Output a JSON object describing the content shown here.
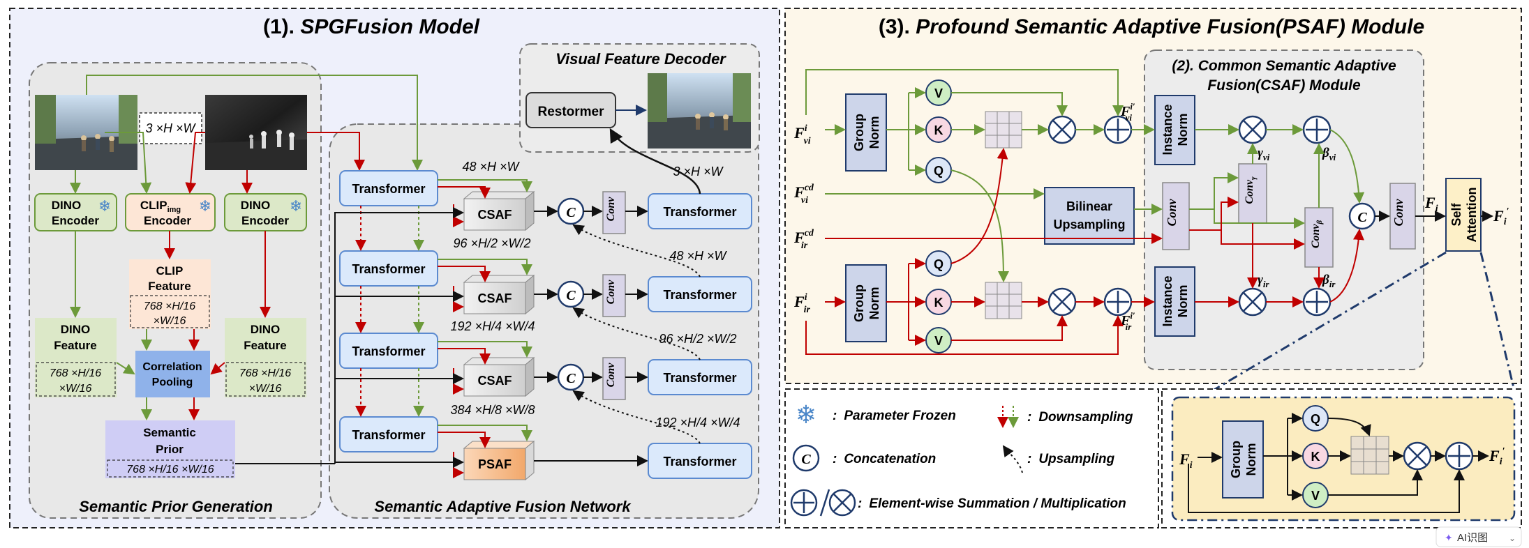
{
  "panel1": {
    "title_num": "(1). ",
    "title_name": "SPGFusion Model",
    "prior_label": "Semantic Prior Generation",
    "network_label": "Semantic Adaptive Fusion Network",
    "decoder_label": "Visual Feature Decoder",
    "restormer": "Restormer",
    "input_dim": "3 ×H ×W",
    "dino_encoder": [
      "DINO",
      "Encoder"
    ],
    "clip_encoder": [
      "CLIP",
      "img",
      "Encoder"
    ],
    "clip_feature": [
      "CLIP",
      "Feature"
    ],
    "clip_feature_dim": [
      "768 ×H/16",
      "×W/16"
    ],
    "dino_feature": [
      "DINO",
      "Feature"
    ],
    "dino_feature_dim": [
      "768 ×H/16",
      "×W/16"
    ],
    "correlation_pooling": [
      "Correlation",
      "Pooling"
    ],
    "semantic_prior": [
      "Semantic",
      "Prior"
    ],
    "semantic_prior_dim": "768 ×H/16 ×W/16",
    "transformer": "Transformer",
    "csaf": "CSAF",
    "psaf": "PSAF",
    "concat": "C",
    "conv": "Conv",
    "stage_dims": [
      "48 ×H ×W",
      "96 ×H/2 ×W/2",
      "192 ×H/4 ×W/4",
      "384 ×H/8 ×W/8"
    ],
    "decoder_dims": [
      "3 ×H ×W",
      "48 ×H ×W",
      "96 ×H/2 ×W/2",
      "192 ×H/4 ×W/4"
    ]
  },
  "panel2": {
    "title": "(2). Common Semantic Adaptive",
    "title2": "Fusion(CSAF) Module"
  },
  "panel3": {
    "title_num": "(3). ",
    "title_name": "Profound Semantic Adaptive Fusion(PSAF) Module",
    "group_norm": [
      "Group",
      "Norm"
    ],
    "instance_norm": [
      "Instance",
      "Norm"
    ],
    "bilinear": [
      "Bilinear",
      "Upsampling"
    ],
    "self_attention": [
      "Self",
      "Attention"
    ],
    "q": "Q",
    "k": "K",
    "v": "V",
    "conv": "Conv",
    "conv_gamma": "Conv",
    "conv_gamma_sub": "γ",
    "conv_beta": "Conv",
    "conv_beta_sub": "β",
    "gamma_vi": "γ",
    "gamma_vi_sub": "vi",
    "gamma_ir": "γ",
    "gamma_ir_sub": "ir",
    "beta_vi": "β",
    "beta_vi_sub": "vi",
    "beta_ir": "β",
    "beta_ir_sub": "ir",
    "f_vi": "F",
    "f_ir": "F",
    "f_sup": "i",
    "f_sub_vi": "vi",
    "f_sub_ir": "ir",
    "f_cd_sup": "cd",
    "f_prime_sup": "i′",
    "f_i": "F",
    "f_i_sub": "i",
    "f_i_prime_sub": "i",
    "f_i_prime_sup": "′"
  },
  "legend": {
    "frozen": "Parameter Frozen",
    "concat": "Concatenation",
    "downsampling": "Downsampling",
    "upsampling": "Upsampling",
    "sum_mult": "Element-wise Summation / Multiplication",
    "colon": ":"
  },
  "inset": {
    "f_in": "F",
    "f_in_sub": "i",
    "f_out": "F",
    "f_out_sub": "i",
    "f_out_sup": "′",
    "group_norm": [
      "Group",
      "Norm"
    ],
    "q": "Q",
    "k": "K",
    "v": "V"
  },
  "watermark": "AI识图",
  "colors": {
    "green": "#6c9a3a",
    "red": "#c00000",
    "navy": "#1f3a6b",
    "transformer_fill": "#dbe9fb",
    "dino_fill": "#dce8c8",
    "clip_fill": "#fde6d6",
    "panel_bg_left": "#eef0fb",
    "panel_bg_right": "#fdf7ea"
  }
}
